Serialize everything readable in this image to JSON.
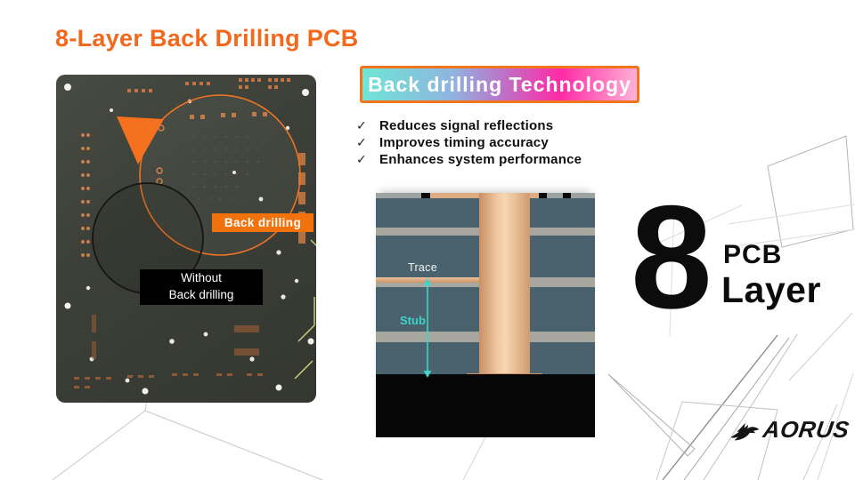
{
  "slide": {
    "title": "8-Layer Back Drilling PCB"
  },
  "tech_banner": {
    "label": "Back drilling Technology"
  },
  "benefits": {
    "check_glyph": "✓",
    "items": [
      "Reduces signal reflections",
      "Improves timing accuracy",
      "Enhances system performance"
    ]
  },
  "pcb_photo": {
    "back_drilling_label": "Back drilling",
    "without_label_line1": "Without",
    "without_label_line2": "Back drilling"
  },
  "cross_section": {
    "trace_label": "Trace",
    "stub_label": "Stub"
  },
  "layer_badge": {
    "number": "8",
    "caption_top": "PCB",
    "caption_bottom": "Layer"
  },
  "brand": {
    "name": "AORUS"
  },
  "colors": {
    "accent_orange": "#F2681C",
    "label_orange": "#F1720D",
    "banner_border": "#F0751C",
    "banner_gradient": [
      "#6FE6D6",
      "#8FB4DF",
      "#C06FC6",
      "#FF2AA5",
      "#FFB3D8"
    ],
    "pcb_board": "#3C403A",
    "substrate_teal": "#4A626D",
    "plane_gray": "#A7A7A0",
    "via_copper": "#EFC7A0",
    "stub_cyan": "#3ED3CB"
  }
}
